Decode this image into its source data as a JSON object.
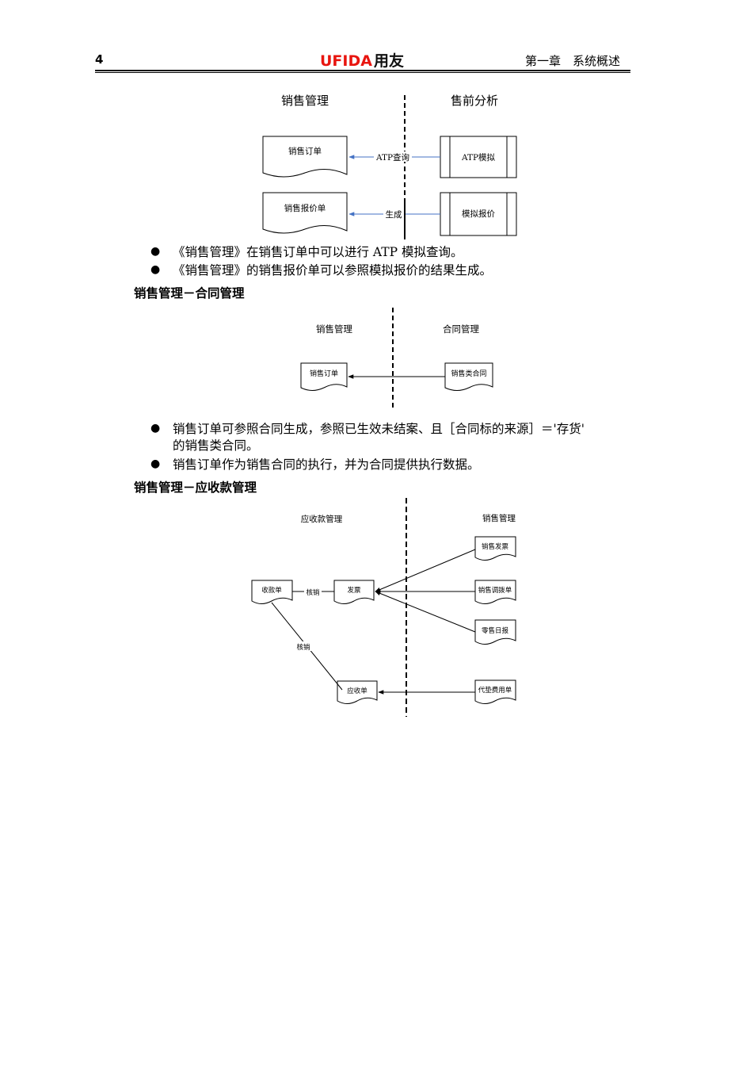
{
  "header": {
    "page_number": "4",
    "logo_ufida": "UFIDA",
    "logo_yonyou": "用友",
    "chapter": "第一章　系统概述"
  },
  "diagram1": {
    "left_title": "销售管理",
    "right_title": "售前分析",
    "doc_sales_order": "销售订单",
    "doc_quote": "销售报价单",
    "box_atp": "ATP模拟",
    "box_sim_quote": "模拟报价",
    "arrow_atp": "ATP查询",
    "arrow_gen": "生成"
  },
  "bullets1": [
    "《销售管理》在销售订单中可以进行 ATP 模拟查询。",
    "《销售管理》的销售报价单可以参照模拟报价的结果生成。"
  ],
  "heading_contract": "销售管理－合同管理",
  "diagram2": {
    "left_title": "销售管理",
    "right_title": "合同管理",
    "doc_sales_order": "销售订单",
    "doc_sales_contract": "销售类合同"
  },
  "bullets2": {
    "item1_line1": "销售订单可参照合同生成，参照已生效未结案、且［合同标的来源］＝'存货'",
    "item1_line2": "的销售类合同。",
    "item2": "销售订单作为销售合同的执行，并为合同提供执行数据。"
  },
  "heading_ar": "销售管理－应收款管理",
  "diagram3": {
    "left_title": "应收款管理",
    "right_title": "销售管理",
    "doc_receipt": "收款单",
    "doc_invoice": "发票",
    "doc_ar_bill": "应收单",
    "doc_sales_invoice": "销售发票",
    "doc_transfer": "销售调拨单",
    "doc_retail": "零售日报",
    "doc_advance": "代垫费用单",
    "label_writeoff_1": "核销",
    "label_writeoff_2": "核销"
  }
}
